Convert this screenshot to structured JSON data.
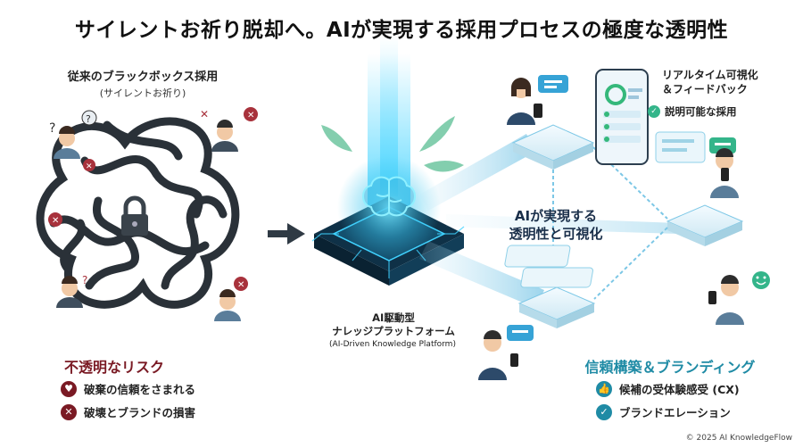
{
  "title": "サイレントお祈り脱却へ。AIが実現する採用プロセスの極度な透明性",
  "left": {
    "heading": "従来のブラックボックス採用",
    "subheading": "(サイレントお祈り)",
    "risk_title": "不透明なリスク",
    "risks": [
      "破棄の信頼をさまれる",
      "破壊とブランドの損害"
    ]
  },
  "center": {
    "platform_title": "AI駆動型",
    "platform_title2": "ナレッジプラットフォーム",
    "platform_subtitle": "(AI-Driven Knowledge Platform)",
    "flow_label_1": "AIが実現する",
    "flow_label_2": "透明性と可視化"
  },
  "right": {
    "realtime_1": "リアルタイム可視化",
    "realtime_2": "＆フィードバック",
    "explain": "説明可能な採用",
    "trust_title": "信頼構築＆ブランディング",
    "trust_items": [
      "候補の受体験感受 (CX)",
      "ブランドエレーション"
    ]
  },
  "footer": "© 2025 AI KnowledgeFlow",
  "colors": {
    "risk": "#7a1a24",
    "trust": "#1f8ba5",
    "glow": "#3fd2ff",
    "platform": "#123a52"
  }
}
